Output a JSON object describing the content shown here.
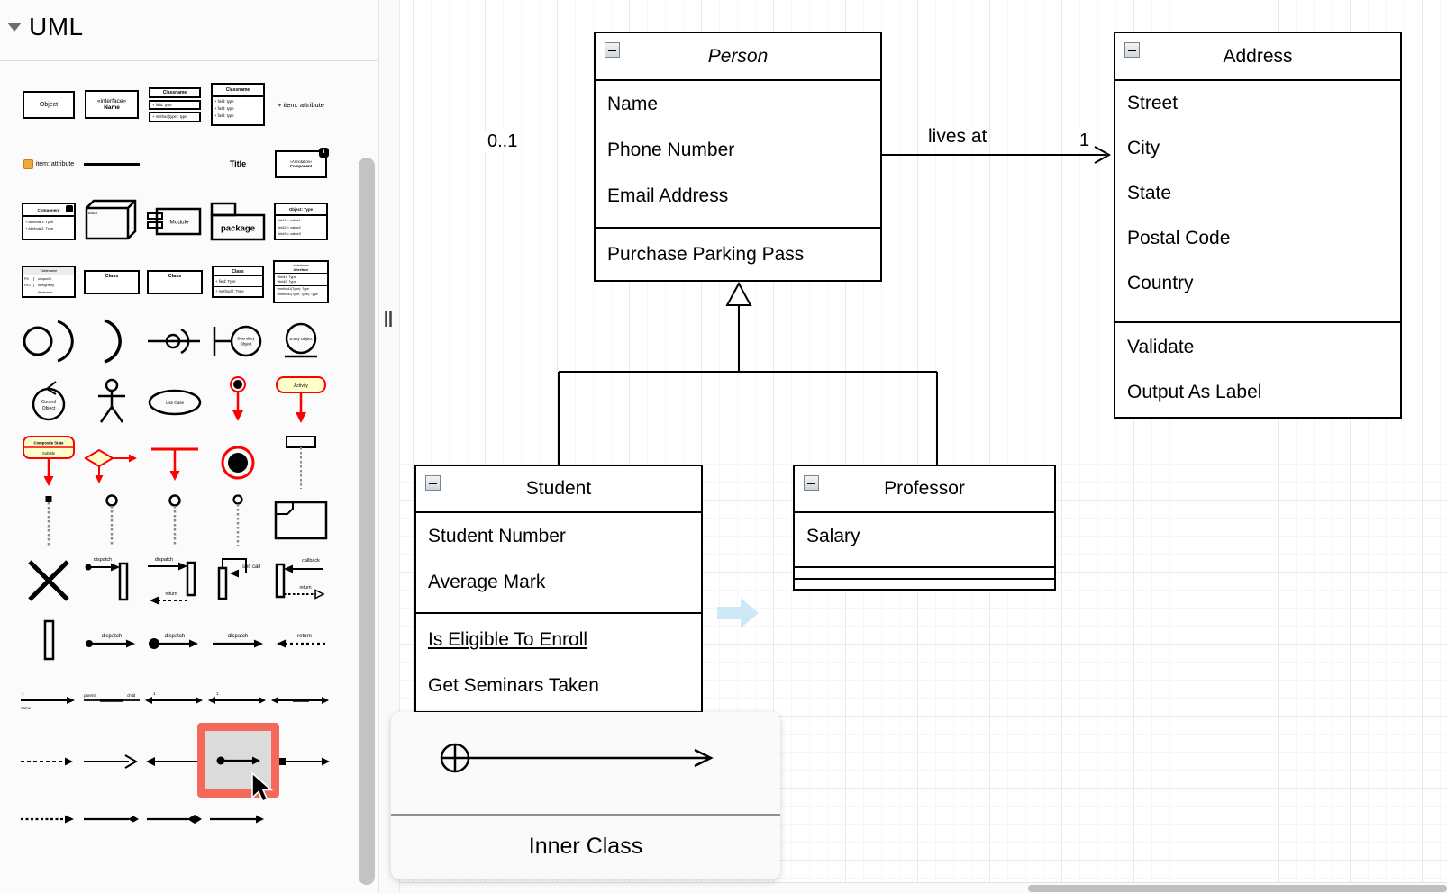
{
  "sidebar": {
    "title": "UML",
    "palette": {
      "object": "Object",
      "interface_stereo": "«interface»",
      "interface_name": "Name",
      "classname": "Classname",
      "field_type": "+ field: type",
      "method_type": "+ method(type): type",
      "item_attr_plus": "+ item: attribute",
      "item_attr": "item: attribute",
      "title": "Title",
      "annotation_stereo": "«Annotation»",
      "annotation_name": "Component",
      "badge_i": "i",
      "component": "Component",
      "attr1": "+ Attribute1: Type",
      "attr2": "+ Attribute2: Type",
      "block": "Block",
      "module": "Module",
      "package": "package",
      "object_type": "Object: Type",
      "ot_field1": "field1 = value1",
      "ot_field2": "field2 = value2",
      "ot_field3": "field3 = value3",
      "tablename": "Tablename",
      "pk": "PK",
      "pk_field": "uniqueId",
      "fk": "FK1",
      "fk_field": "foreignKey",
      "fieldname": "fieldname",
      "class": "Class",
      "field_type2": "+ field: Type",
      "method_type2": "+ method(): Type",
      "interface2_name": "Interface",
      "if_field1": "+field1: Type",
      "if_field2": "+field2: Type",
      "if_method1": "+method1(Type): Type",
      "if_method2": "+method2(Type, Type): Type",
      "boundary_l1": "Boundary",
      "boundary_l2": "Object",
      "entity": "Entity Object",
      "control_l1": "Control",
      "control_l2": "Object",
      "use_case": "Use Case",
      "activity": "Activity",
      "composite_state": "Composite State",
      "subtitle": "Subtitle",
      "dispatch": "dispatch",
      "return": "return",
      "self_call": "self call",
      "callback": "callback",
      "one": "1",
      "name": "name",
      "parent": "parent",
      "child": "child"
    }
  },
  "canvas": {
    "person": {
      "title": "Person",
      "fields": [
        "Name",
        "Phone Number",
        "Email Address"
      ],
      "methods": [
        "Purchase Parking Pass"
      ]
    },
    "address": {
      "title": "Address",
      "fields": [
        "Street",
        "City",
        "State",
        "Postal Code",
        "Country"
      ],
      "methods": [
        "Validate",
        "Output As Label"
      ]
    },
    "student": {
      "title": "Student",
      "fields": [
        "Student Number",
        "Average Mark"
      ],
      "methods": [
        "Is Eligible To Enroll",
        "Get Seminars Taken"
      ]
    },
    "professor": {
      "title": "Professor",
      "fields": [
        "Salary"
      ],
      "methods": []
    },
    "association": {
      "label": "lives at",
      "source_multiplicity": "0..1",
      "target_multiplicity": "1"
    },
    "collapse_glyph": "minus"
  },
  "preview": {
    "label": "Inner Class"
  },
  "colors": {
    "highlight": "#F5695B",
    "activity_fill": "#FFFFCC",
    "uml_red": "#FF0000",
    "hover_arrow": "#CDE9F8",
    "canvas_grid_major": "#E9E9E9",
    "canvas_grid_minor": "#F6F6F6"
  }
}
